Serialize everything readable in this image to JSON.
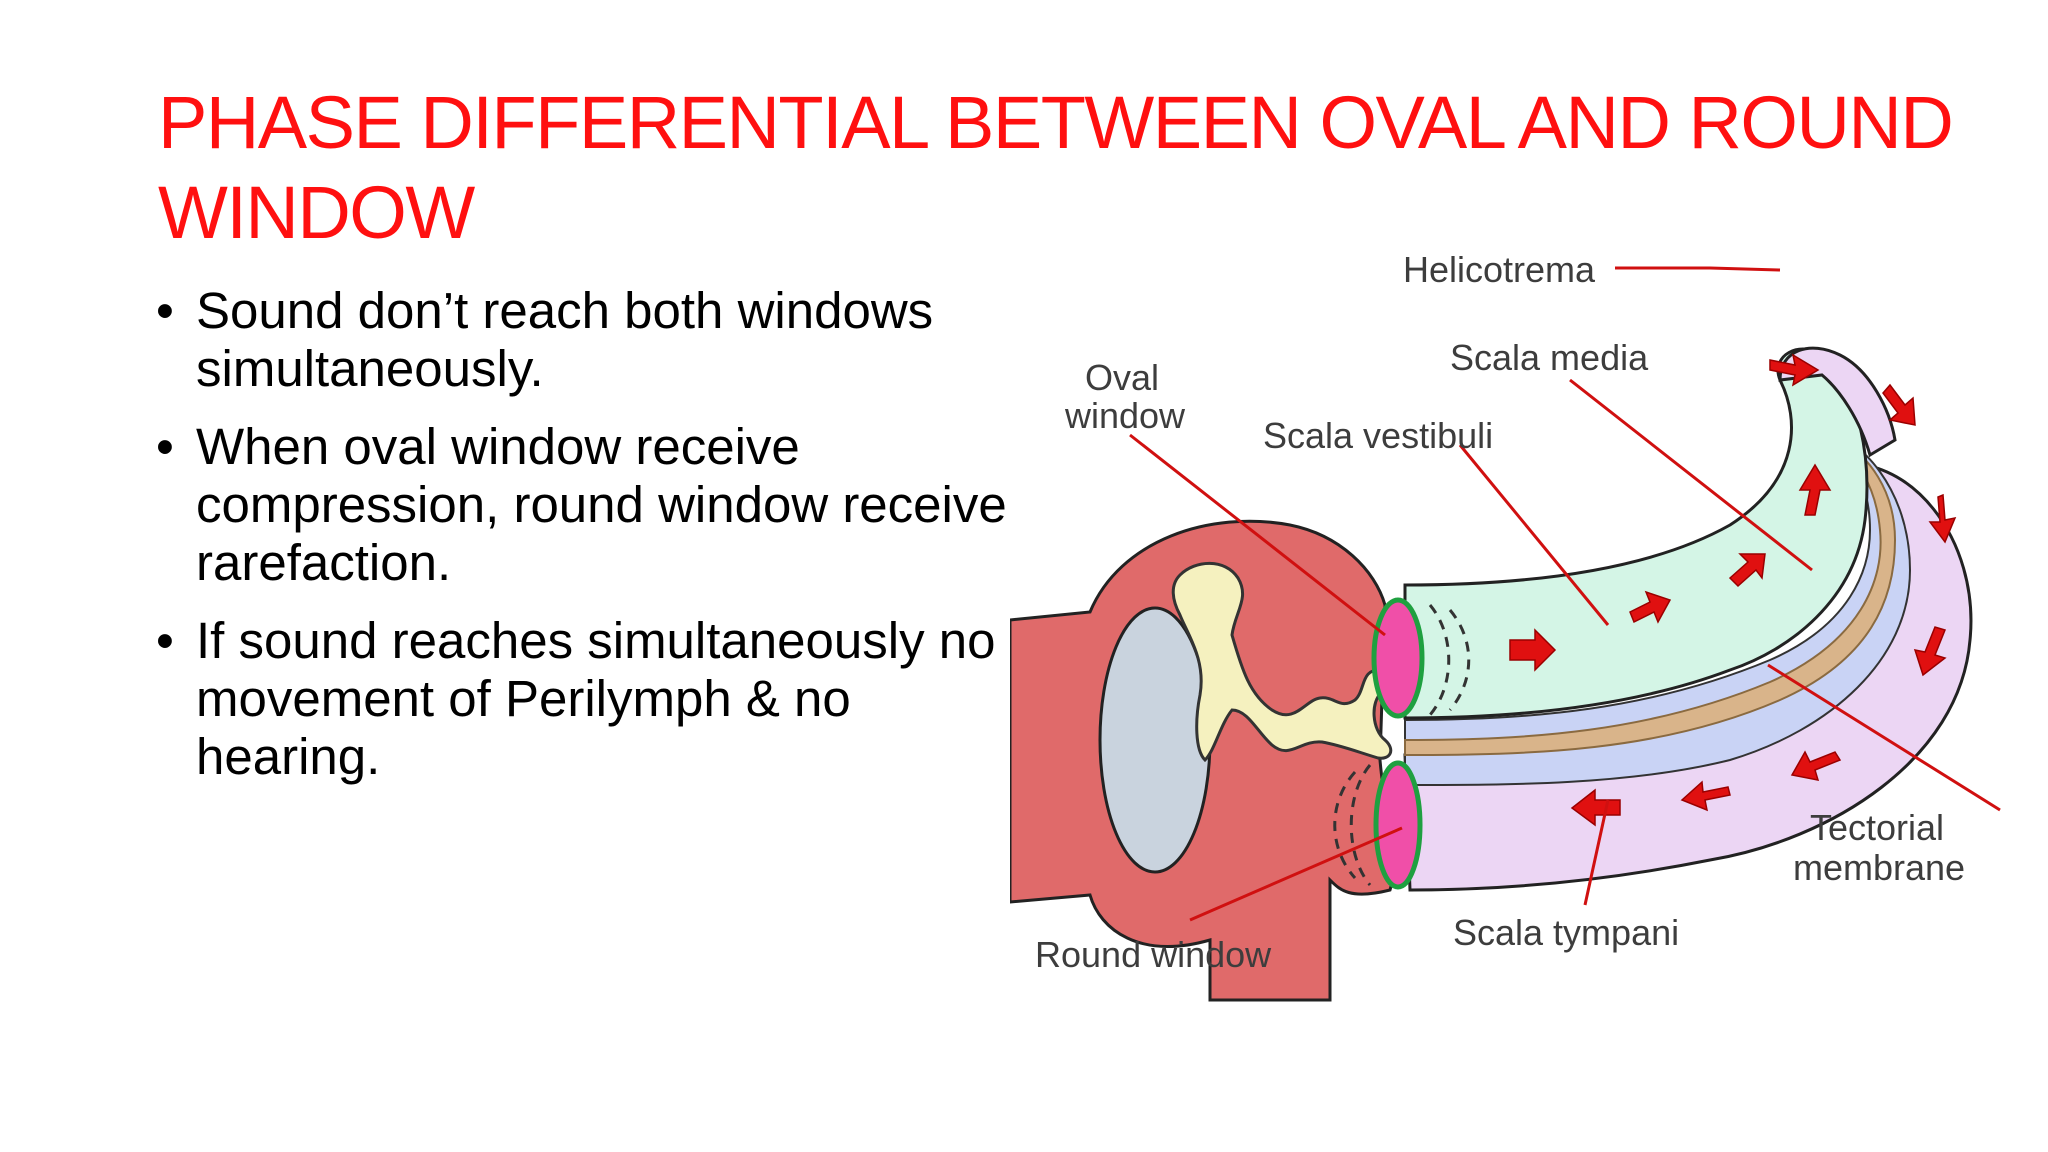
{
  "slide": {
    "title": "PHASE DIFFERENTIAL BETWEEN OVAL AND ROUND WINDOW",
    "bullets": [
      "Sound don’t reach both windows simultaneously.",
      "When oval window receive compression, round window receive rarefaction.",
      "If sound reaches simultaneously no movement of Perilymph & no hearing."
    ],
    "bullet_symbol": "•"
  },
  "diagram": {
    "labels": {
      "helicotrema": "Helicotrema",
      "scala_media": "Scala media",
      "oval_window_line1": "Oval",
      "oval_window_line2": "window",
      "scala_vestibuli": "Scala vestibuli",
      "round_window": "Round window",
      "tectorial_line1": "Tectorial",
      "tectorial_line2": "membrane",
      "scala_tympani": "Scala tympani"
    },
    "colors": {
      "title": "#ff1010",
      "middle_ear": "#e06a6a",
      "scala_vestibuli": "#d4f5e6",
      "scala_media": "#c9d3f5",
      "scala_tympani": "#ecd6f4",
      "tectorial_membrane": "#d9b48a",
      "window_membrane": "#f04fa8",
      "arrows": "#e01010",
      "ossicles": "#f5f1bf"
    }
  }
}
